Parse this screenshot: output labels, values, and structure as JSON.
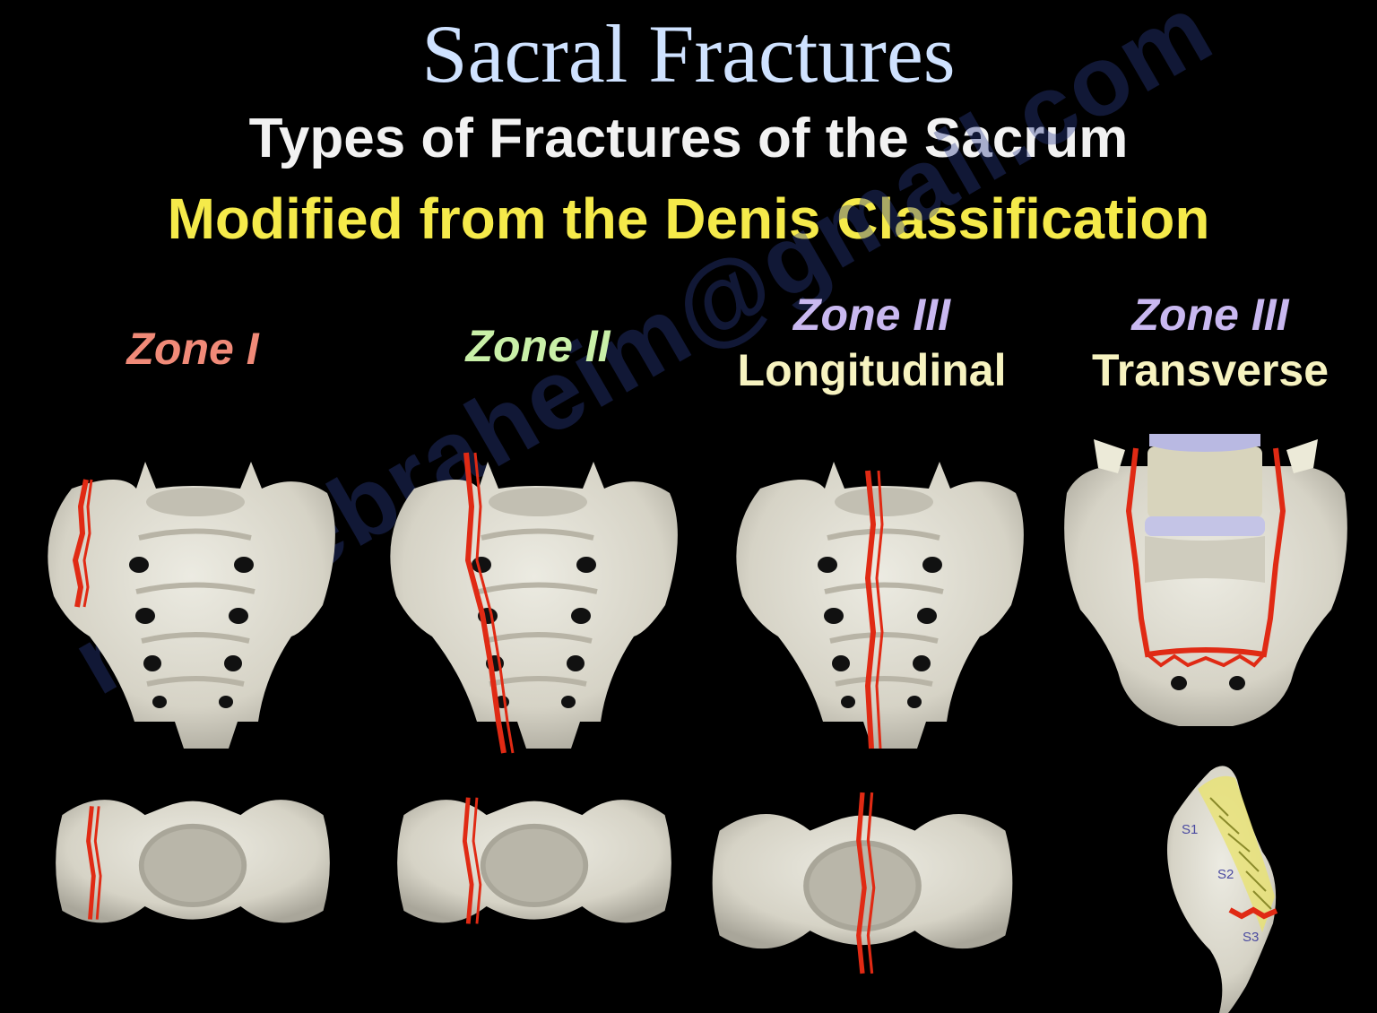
{
  "title": "Sacral Fractures",
  "subtitle": "Types of Fractures of the Sacrum",
  "subtitle2": "Modified from the Denis Classification",
  "zones": [
    {
      "line1": "Zone I",
      "line2": "",
      "color": "#f08a78"
    },
    {
      "line1": "Zone II",
      "line2": "",
      "color": "#c9f0a8"
    },
    {
      "line1": "Zone III",
      "line2": "Longitudinal",
      "color": "#c9b8f0"
    },
    {
      "line1": "Zone III",
      "line2": "Transverse",
      "color": "#c9b8f0"
    }
  ],
  "lateral_labels": [
    "S1",
    "S2",
    "S3"
  ],
  "watermark": "nabilebraheim@gmail.com",
  "colors": {
    "fracture": "#e02a14",
    "bone": "#dedbcf",
    "background": "#000000"
  }
}
